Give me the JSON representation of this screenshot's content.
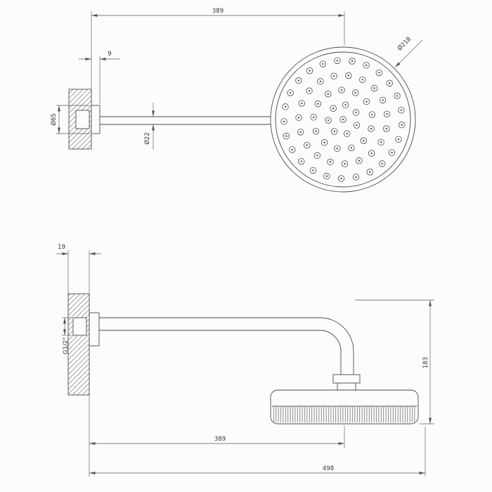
{
  "colors": {
    "background": "#fcfcfc",
    "line": "#4a4a4a",
    "dimension_line": "#585858",
    "dimension_text": "#333333"
  },
  "top_view": {
    "dim_arm_length": "389",
    "dim_flange_depth": "9",
    "dim_flange_diameter": "Ø65",
    "dim_arm_diameter": "Ø22",
    "dim_head_diameter": "Ø218"
  },
  "side_view": {
    "dim_wall_thickness": "19",
    "dim_thread": "G1/2\"",
    "dim_drop_height": "183",
    "dim_arm_length": "389",
    "dim_total_reach": "498"
  }
}
